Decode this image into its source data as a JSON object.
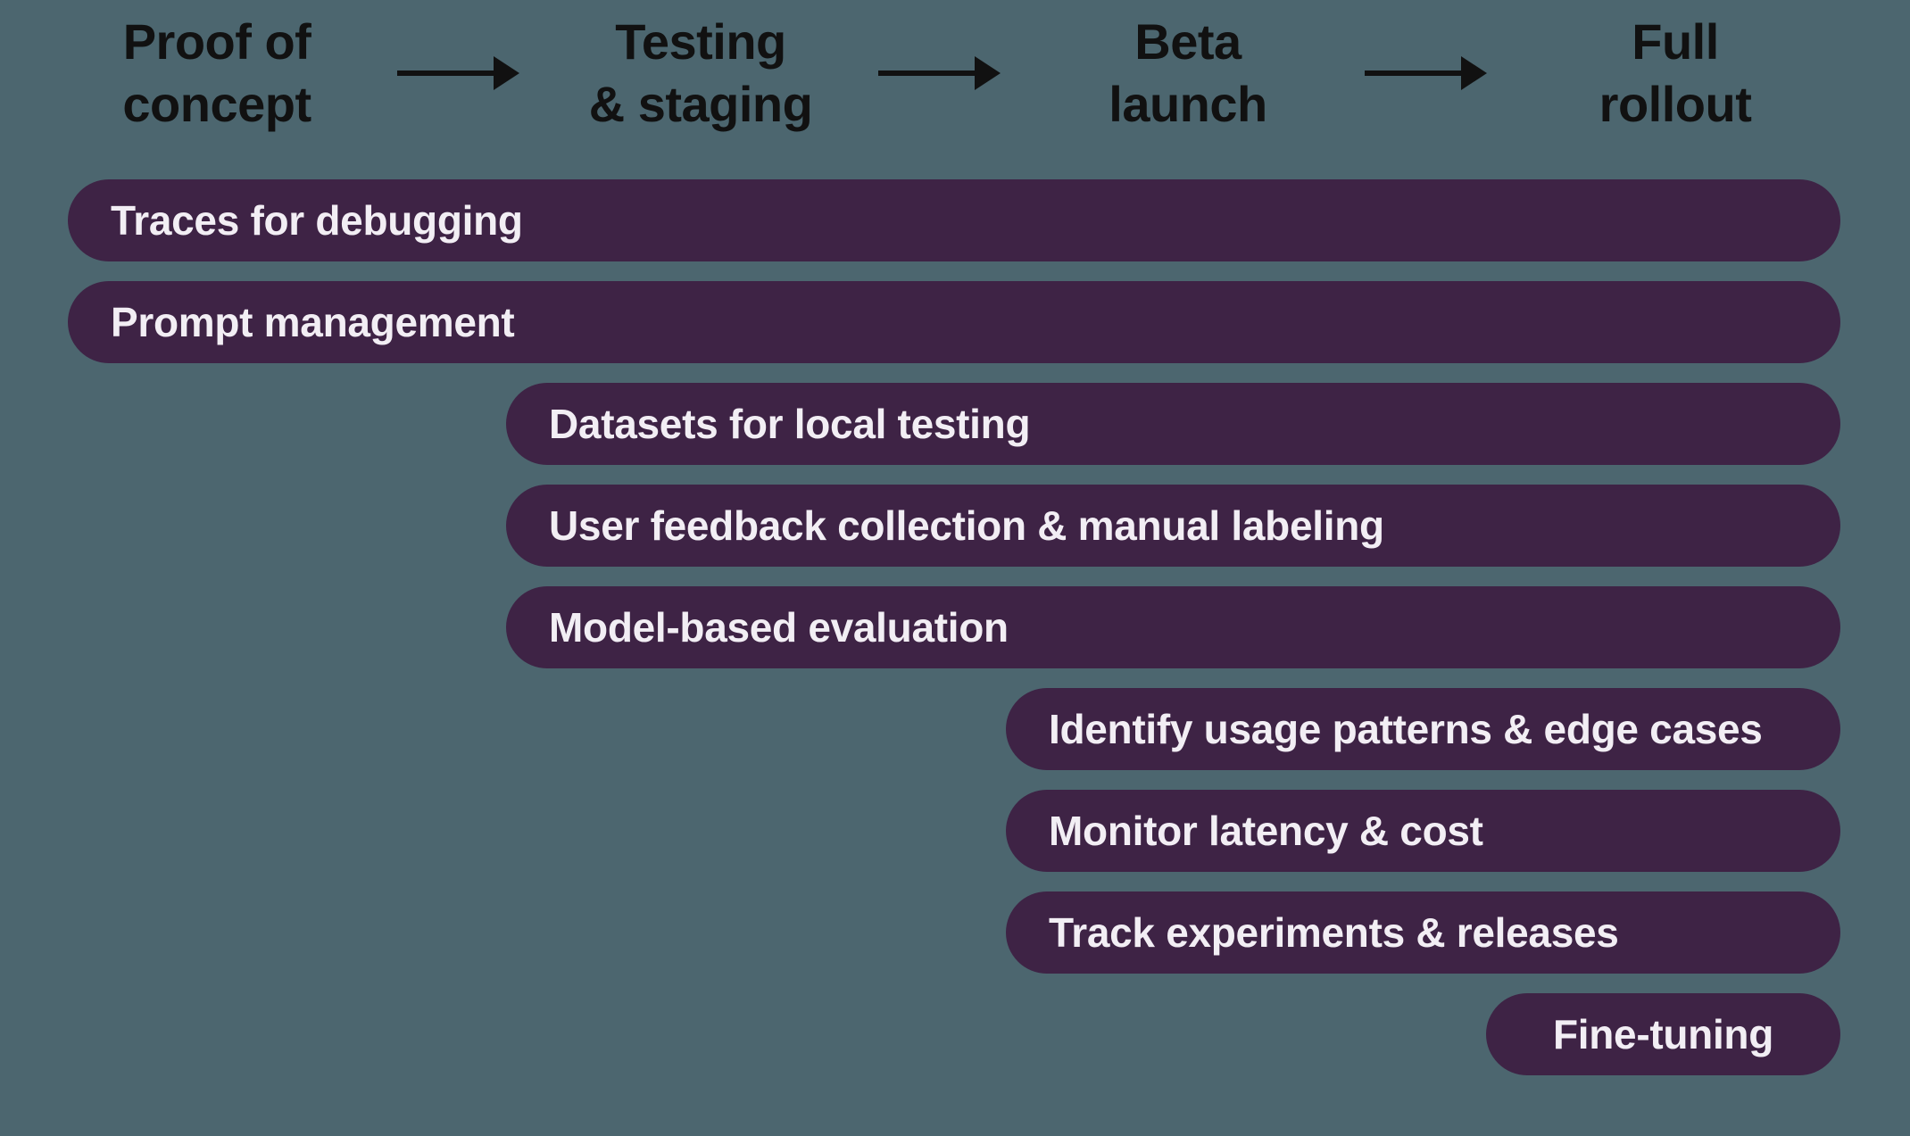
{
  "diagram": {
    "title": "LLM product rollout stages and tooling timeline",
    "colors": {
      "background": "#4c666f",
      "bar_fill": "#3e2345",
      "bar_text": "#f2eef4",
      "stage_text": "#111111",
      "arrow": "#111111"
    },
    "stages": [
      {
        "line1": "Proof of",
        "line2": "concept"
      },
      {
        "line1": "Testing",
        "line2": "& staging"
      },
      {
        "line1": "Beta",
        "line2": "launch"
      },
      {
        "line1": "Full",
        "line2": "rollout"
      }
    ],
    "bars": [
      {
        "label": "Traces for debugging",
        "from": "Proof of concept",
        "to": "Full rollout"
      },
      {
        "label": "Prompt management",
        "from": "Proof of concept",
        "to": "Full rollout"
      },
      {
        "label": "Datasets for local testing",
        "from": "Testing & staging",
        "to": "Full rollout"
      },
      {
        "label": "User feedback collection & manual labeling",
        "from": "Testing & staging",
        "to": "Full rollout"
      },
      {
        "label": "Model-based evaluation",
        "from": "Testing & staging",
        "to": "Full rollout"
      },
      {
        "label": "Identify usage patterns & edge cases",
        "from": "Beta launch",
        "to": "Full rollout"
      },
      {
        "label": "Monitor latency & cost",
        "from": "Beta launch",
        "to": "Full rollout"
      },
      {
        "label": "Track experiments & releases",
        "from": "Beta launch",
        "to": "Full rollout"
      },
      {
        "label": "Fine-tuning",
        "from": "Full rollout",
        "to": "Full rollout"
      }
    ]
  }
}
